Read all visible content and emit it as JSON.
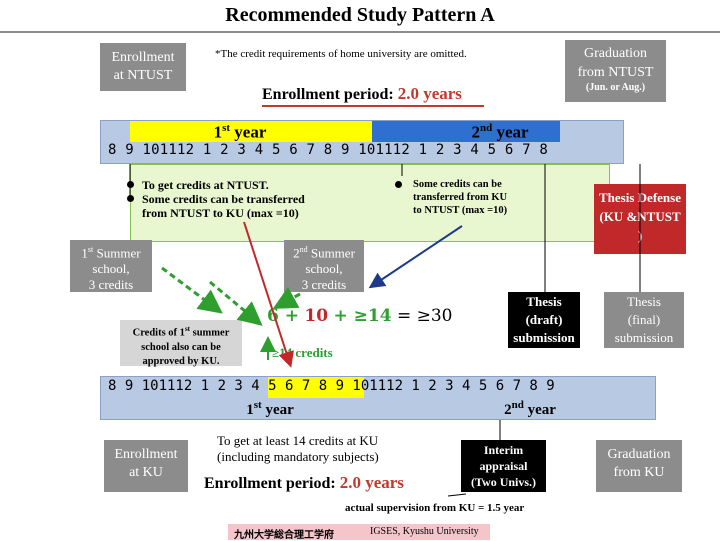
{
  "title": "Recommended Study Pattern A",
  "left_top": {
    "line1": "Enrollment",
    "line2": "at NTUST"
  },
  "credit_note": "*The credit requirements of home university are omitted.",
  "graduation_top": {
    "line1": "Graduation",
    "line2": "from NTUST",
    "line3": "(Jun. or Aug.)"
  },
  "period_top": {
    "label": "Enrollment period:",
    "value": "2.0 years"
  },
  "top_band": {
    "year1": "1st year",
    "year2": "2nd year",
    "year1_main": "1",
    "year1_sup": "st",
    "year1_rest": " year",
    "year2_main": "2",
    "year2_sup": "nd",
    "year2_rest": " year",
    "months": "8 9 101112 1 2 3 4 5 6 7 8 9 101112 1 2 3 4 5 6 7 8"
  },
  "bullets_left": [
    "To get credits at NTUST.",
    "Some credits can be transferred",
    "from NTUST to KU (max =10)"
  ],
  "bullet_right": [
    "Some credits can be",
    "transferred from KU",
    "to NTUST (max =10)"
  ],
  "thesis_defense": {
    "line1": "Thesis Defense",
    "line2": "(KU &NTUST",
    "line3": ")"
  },
  "summer1": {
    "line1_main": "1",
    "line1_sup": "st",
    "line1_rest": " Summer",
    "line2": "school,",
    "line3": "3 credits"
  },
  "summer2": {
    "line1_main": "2",
    "line1_sup": "nd",
    "line1_rest": " Summer",
    "line2": "school,",
    "line3": "3 credits"
  },
  "summer_approval": {
    "line1_main": "Credits of 1",
    "line1_sup": "st",
    "line1_rest": " summer",
    "line2": "school also can be",
    "line3": "approved by KU."
  },
  "formula": {
    "part1": "6 +",
    "part2": "10",
    "part3": "+ ≥14",
    "part4": "= ≥30"
  },
  "ku_credits": "≥14 credits",
  "thesis_draft": {
    "line1": "Thesis",
    "line2": "(draft)",
    "line3": "submission"
  },
  "thesis_final": {
    "line1": "Thesis",
    "line2": "(final)",
    "line3": "submission"
  },
  "bottom_band": {
    "months": "8 9 101112 1 2 3 4 5 6 7 8 9 101112 1 2 3 4 5 6 7 8 9",
    "year1_main": "1",
    "year1_sup": "st",
    "year1_rest": " year",
    "year2_main": "2",
    "year2_sup": "nd",
    "year2_rest": " year"
  },
  "left_bottom": {
    "line1": "Enrollment",
    "line2": "at KU"
  },
  "ku_goal": {
    "line1": "To get at least 14 credits at KU",
    "line2": "(including mandatory subjects)"
  },
  "period_bottom": {
    "label": "Enrollment period:",
    "value": "2.0 years"
  },
  "interim": {
    "line1": "Interim",
    "line2": "appraisal",
    "line3": "(Two Univs.)"
  },
  "graduation_bottom": {
    "line1": "Graduation",
    "line2": "from KU"
  },
  "supervision": "actual supervision from KU = 1.5 year",
  "footer": {
    "left": "九州大学総合理工学府",
    "right": "IGSES, Kyushu University"
  },
  "colors": {
    "gray": "#8c8c8c",
    "band": "#b8c9e4",
    "highlight_yellow": "#ffff00",
    "highlight_blue": "#2f6fd0",
    "red": "#c0282a",
    "green": "#2e9e2e",
    "pink": "#f4c6cc"
  }
}
